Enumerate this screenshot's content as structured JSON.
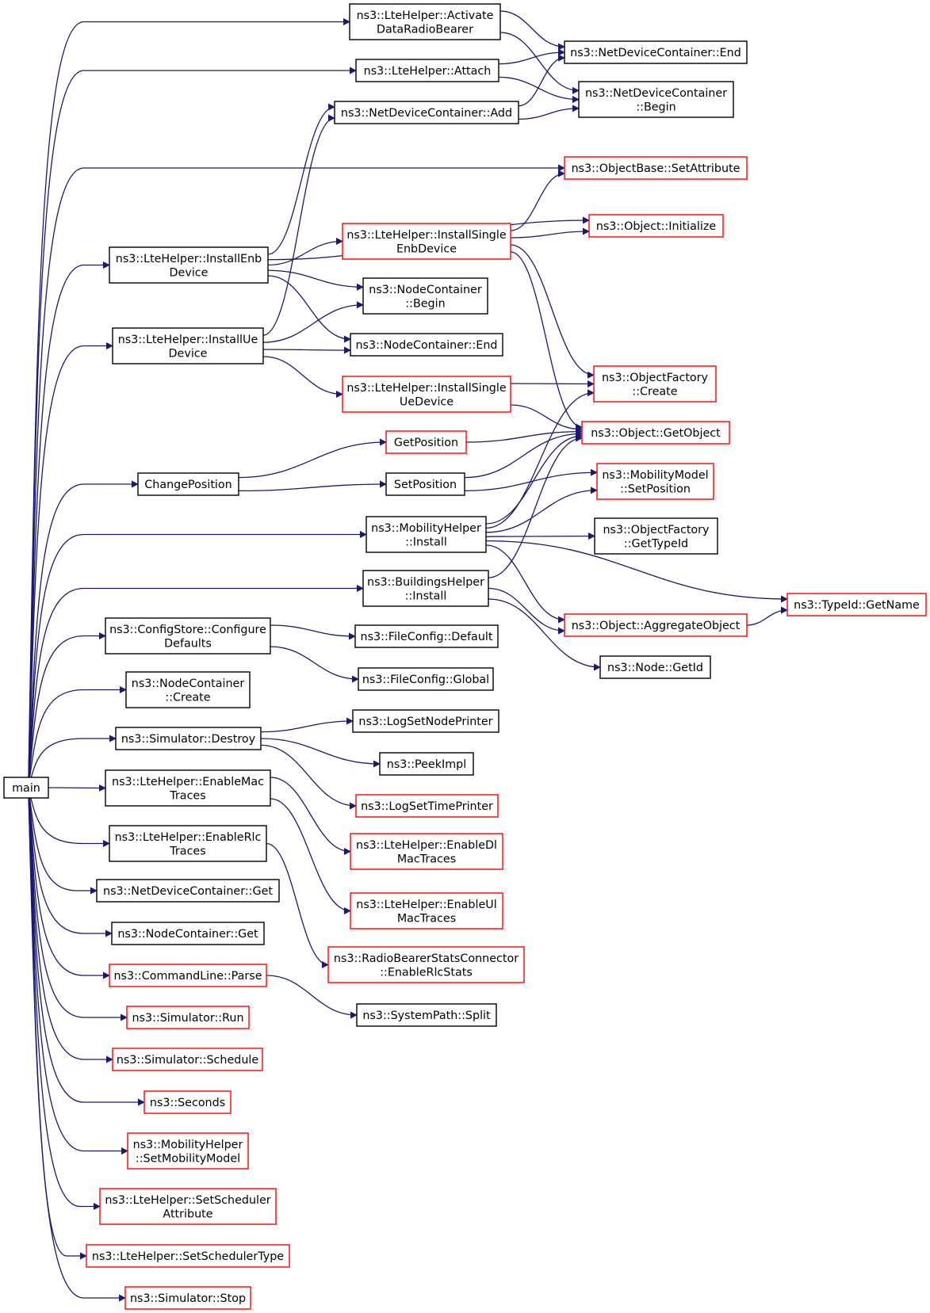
{
  "colors": {
    "edge": "#191970",
    "box_default": "#000000",
    "box_external": "#ff0000",
    "box_root_fill": "#bfbfbf"
  },
  "nodes": [
    {
      "id": "main",
      "lines": [
        "main"
      ],
      "style": "root"
    },
    {
      "id": "activate",
      "lines": [
        "ns3::LteHelper::Activate",
        "DataRadioBearer"
      ],
      "style": "black"
    },
    {
      "id": "attach",
      "lines": [
        "ns3::LteHelper::Attach"
      ],
      "style": "black"
    },
    {
      "id": "ndcAdd",
      "lines": [
        "ns3::NetDeviceContainer::Add"
      ],
      "style": "black"
    },
    {
      "id": "ndcEnd",
      "lines": [
        "ns3::NetDeviceContainer::End"
      ],
      "style": "black"
    },
    {
      "id": "ndcBegin",
      "lines": [
        "ns3::NetDeviceContainer",
        "::Begin"
      ],
      "style": "black"
    },
    {
      "id": "setAttr",
      "lines": [
        "ns3::ObjectBase::SetAttribute"
      ],
      "style": "red"
    },
    {
      "id": "installEnb",
      "lines": [
        "ns3::LteHelper::InstallEnb",
        "Device"
      ],
      "style": "black"
    },
    {
      "id": "installSingleEnb",
      "lines": [
        "ns3::LteHelper::InstallSingle",
        "EnbDevice"
      ],
      "style": "red"
    },
    {
      "id": "objInit",
      "lines": [
        "ns3::Object::Initialize"
      ],
      "style": "red"
    },
    {
      "id": "ncBegin",
      "lines": [
        "ns3::NodeContainer",
        "::Begin"
      ],
      "style": "black"
    },
    {
      "id": "installUe",
      "lines": [
        "ns3::LteHelper::InstallUe",
        "Device"
      ],
      "style": "black"
    },
    {
      "id": "ncEnd",
      "lines": [
        "ns3::NodeContainer::End"
      ],
      "style": "black"
    },
    {
      "id": "installSingleUe",
      "lines": [
        "ns3::LteHelper::InstallSingle",
        "UeDevice"
      ],
      "style": "red"
    },
    {
      "id": "ofCreate",
      "lines": [
        "ns3::ObjectFactory",
        "::Create"
      ],
      "style": "red"
    },
    {
      "id": "getObject",
      "lines": [
        "ns3::Object::GetObject"
      ],
      "style": "red"
    },
    {
      "id": "getPosition",
      "lines": [
        "GetPosition"
      ],
      "style": "red"
    },
    {
      "id": "changePos",
      "lines": [
        "ChangePosition"
      ],
      "style": "black"
    },
    {
      "id": "setPosition",
      "lines": [
        "SetPosition"
      ],
      "style": "black"
    },
    {
      "id": "mmSetPos",
      "lines": [
        "ns3::MobilityModel",
        "::SetPosition"
      ],
      "style": "red"
    },
    {
      "id": "mhInstall",
      "lines": [
        "ns3::MobilityHelper",
        "::Install"
      ],
      "style": "black"
    },
    {
      "id": "ofGetTypeId",
      "lines": [
        "ns3::ObjectFactory",
        "::GetTypeId"
      ],
      "style": "black"
    },
    {
      "id": "bhInstall",
      "lines": [
        "ns3::BuildingsHelper",
        "::Install"
      ],
      "style": "black"
    },
    {
      "id": "typeIdName",
      "lines": [
        "ns3::TypeId::GetName"
      ],
      "style": "red"
    },
    {
      "id": "aggObj",
      "lines": [
        "ns3::Object::AggregateObject"
      ],
      "style": "red"
    },
    {
      "id": "csConfig",
      "lines": [
        "ns3::ConfigStore::Configure",
        "Defaults"
      ],
      "style": "black"
    },
    {
      "id": "fcDefault",
      "lines": [
        "ns3::FileConfig::Default"
      ],
      "style": "black"
    },
    {
      "id": "fcGlobal",
      "lines": [
        "ns3::FileConfig::Global"
      ],
      "style": "black"
    },
    {
      "id": "nodeGetId",
      "lines": [
        "ns3::Node::GetId"
      ],
      "style": "black"
    },
    {
      "id": "ncCreate",
      "lines": [
        "ns3::NodeContainer",
        "::Create"
      ],
      "style": "black"
    },
    {
      "id": "simDestroy",
      "lines": [
        "ns3::Simulator::Destroy"
      ],
      "style": "black"
    },
    {
      "id": "logNode",
      "lines": [
        "ns3::LogSetNodePrinter"
      ],
      "style": "black"
    },
    {
      "id": "peekImpl",
      "lines": [
        "ns3::PeekImpl"
      ],
      "style": "black"
    },
    {
      "id": "logTime",
      "lines": [
        "ns3::LogSetTimePrinter"
      ],
      "style": "red"
    },
    {
      "id": "enableMac",
      "lines": [
        "ns3::LteHelper::EnableMac",
        "Traces"
      ],
      "style": "black"
    },
    {
      "id": "enableDlMac",
      "lines": [
        "ns3::LteHelper::EnableDl",
        "MacTraces"
      ],
      "style": "red"
    },
    {
      "id": "enableRlc",
      "lines": [
        "ns3::LteHelper::EnableRlc",
        "Traces"
      ],
      "style": "black"
    },
    {
      "id": "ndcGet",
      "lines": [
        "ns3::NetDeviceContainer::Get"
      ],
      "style": "black"
    },
    {
      "id": "enableUlMac",
      "lines": [
        "ns3::LteHelper::EnableUl",
        "MacTraces"
      ],
      "style": "red"
    },
    {
      "id": "ncGet",
      "lines": [
        "ns3::NodeContainer::Get"
      ],
      "style": "black"
    },
    {
      "id": "rbStats",
      "lines": [
        "ns3::RadioBearerStatsConnector",
        "::EnableRlcStats"
      ],
      "style": "red"
    },
    {
      "id": "clParse",
      "lines": [
        "ns3::CommandLine::Parse"
      ],
      "style": "red"
    },
    {
      "id": "spSplit",
      "lines": [
        "ns3::SystemPath::Split"
      ],
      "style": "black"
    },
    {
      "id": "simRun",
      "lines": [
        "ns3::Simulator::Run"
      ],
      "style": "red"
    },
    {
      "id": "simSchedule",
      "lines": [
        "ns3::Simulator::Schedule"
      ],
      "style": "red"
    },
    {
      "id": "seconds",
      "lines": [
        "ns3::Seconds"
      ],
      "style": "red"
    },
    {
      "id": "mhSetModel",
      "lines": [
        "ns3::MobilityHelper",
        "::SetMobilityModel"
      ],
      "style": "red"
    },
    {
      "id": "setSchedAttr",
      "lines": [
        "ns3::LteHelper::SetScheduler",
        "Attribute"
      ],
      "style": "red"
    },
    {
      "id": "setSchedType",
      "lines": [
        "ns3::LteHelper::SetSchedulerType"
      ],
      "style": "red"
    },
    {
      "id": "simStop",
      "lines": [
        "ns3::Simulator::Stop"
      ],
      "style": "red"
    }
  ],
  "edges": [
    [
      "main",
      "activate"
    ],
    [
      "main",
      "attach"
    ],
    [
      "main",
      "setAttr"
    ],
    [
      "main",
      "installEnb"
    ],
    [
      "main",
      "installUe"
    ],
    [
      "main",
      "changePos"
    ],
    [
      "main",
      "mhInstall"
    ],
    [
      "main",
      "bhInstall"
    ],
    [
      "main",
      "csConfig"
    ],
    [
      "main",
      "ncCreate"
    ],
    [
      "main",
      "simDestroy"
    ],
    [
      "main",
      "enableMac"
    ],
    [
      "main",
      "enableRlc"
    ],
    [
      "main",
      "ndcGet"
    ],
    [
      "main",
      "ncGet"
    ],
    [
      "main",
      "clParse"
    ],
    [
      "main",
      "simRun"
    ],
    [
      "main",
      "simSchedule"
    ],
    [
      "main",
      "seconds"
    ],
    [
      "main",
      "mhSetModel"
    ],
    [
      "main",
      "setSchedAttr"
    ],
    [
      "main",
      "setSchedType"
    ],
    [
      "main",
      "simStop"
    ],
    [
      "activate",
      "ndcEnd"
    ],
    [
      "activate",
      "ndcBegin"
    ],
    [
      "attach",
      "ndcEnd"
    ],
    [
      "attach",
      "ndcBegin"
    ],
    [
      "ndcAdd",
      "ndcEnd"
    ],
    [
      "ndcAdd",
      "ndcBegin"
    ],
    [
      "installEnb",
      "ndcAdd"
    ],
    [
      "installEnb",
      "objInit"
    ],
    [
      "installEnb",
      "installSingleEnb"
    ],
    [
      "installEnb",
      "ncBegin"
    ],
    [
      "installEnb",
      "ncEnd"
    ],
    [
      "installSingleEnb",
      "setAttr"
    ],
    [
      "installSingleEnb",
      "objInit"
    ],
    [
      "installSingleEnb",
      "ofCreate"
    ],
    [
      "installSingleEnb",
      "getObject"
    ],
    [
      "installUe",
      "ndcAdd"
    ],
    [
      "installUe",
      "ncBegin"
    ],
    [
      "installUe",
      "ncEnd"
    ],
    [
      "installUe",
      "installSingleUe"
    ],
    [
      "installSingleUe",
      "ofCreate"
    ],
    [
      "installSingleUe",
      "getObject"
    ],
    [
      "changePos",
      "getPosition"
    ],
    [
      "changePos",
      "setPosition"
    ],
    [
      "getPosition",
      "getObject"
    ],
    [
      "setPosition",
      "getObject"
    ],
    [
      "setPosition",
      "mmSetPos"
    ],
    [
      "mhInstall",
      "getObject"
    ],
    [
      "mhInstall",
      "ofCreate"
    ],
    [
      "mhInstall",
      "mmSetPos"
    ],
    [
      "mhInstall",
      "ofGetTypeId"
    ],
    [
      "mhInstall",
      "typeIdName"
    ],
    [
      "mhInstall",
      "aggObj"
    ],
    [
      "bhInstall",
      "getObject"
    ],
    [
      "bhInstall",
      "aggObj"
    ],
    [
      "bhInstall",
      "nodeGetId"
    ],
    [
      "aggObj",
      "typeIdName"
    ],
    [
      "csConfig",
      "fcDefault"
    ],
    [
      "csConfig",
      "fcGlobal"
    ],
    [
      "simDestroy",
      "logNode"
    ],
    [
      "simDestroy",
      "peekImpl"
    ],
    [
      "simDestroy",
      "logTime"
    ],
    [
      "enableMac",
      "enableDlMac"
    ],
    [
      "enableMac",
      "enableUlMac"
    ],
    [
      "enableRlc",
      "rbStats"
    ],
    [
      "clParse",
      "spSplit"
    ]
  ]
}
